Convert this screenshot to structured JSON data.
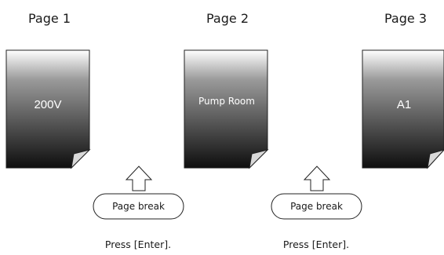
{
  "pages": [
    {
      "title": "Page 1",
      "content": "200V"
    },
    {
      "title": "Page 2",
      "content": "Pump Room"
    },
    {
      "title": "Page 3",
      "content": "A1"
    }
  ],
  "breaks": [
    {
      "label": "Page break",
      "instruction": "Press [Enter]."
    },
    {
      "label": "Page break",
      "instruction": "Press [Enter]."
    }
  ],
  "colors": {
    "page_top": "#ffffff",
    "page_bottom": "#1a1a1a",
    "fold": "#d9d9d9",
    "outline": "#222222"
  }
}
